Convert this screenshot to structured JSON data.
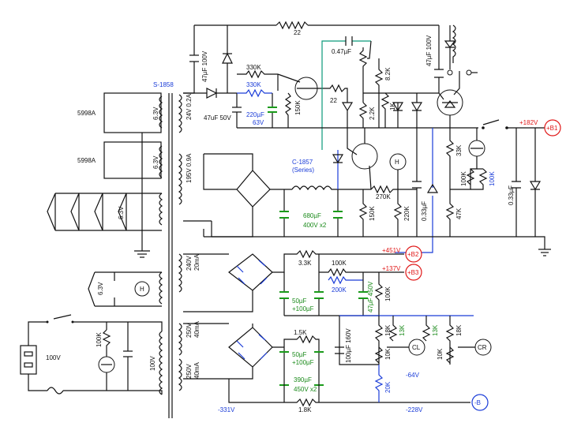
{
  "labels": {
    "s1858": "S-1858",
    "tube_a": "5998A",
    "tube_b": "5998A",
    "h63_1": "6.3V",
    "h63_2": "6.3V",
    "h63_3": "6.3V",
    "h63_4": "6.3V",
    "sec_24v": "24V 0.2A",
    "sec_195v": "195V 0.9A",
    "sec_240v": "240V",
    "sec_20ma": "20mA",
    "sec_250v_1": "250V",
    "sec_40ma_1": "40mA",
    "sec_250v_2": "250V",
    "sec_40ma_2": "40mA",
    "primary_100v": "100V",
    "mains_100v": "100V",
    "r_22_top": "22",
    "c_47u_100v": "47µF 100V",
    "c_47u_50v": "47uF 50V",
    "r_330k_a": "330K",
    "r_330k_b": "330K",
    "c_220u": "220µF",
    "c_220u_v": "63V",
    "r_150k_a": "150K",
    "r_22_mid": "22",
    "c_047u": "0.47µF",
    "r_82k": "8.2K",
    "r_22k": "2.2K",
    "r_1k": "1K",
    "c_47u_100v_r": "47µF 100V",
    "c1857": "C-1857",
    "c1857_series": "(Series)",
    "r_270k": "270K",
    "c_680u": "680µF",
    "c_680u_v": "400V x2",
    "r_150k_b": "150K",
    "r_220k": "220K",
    "c_033u_a": "0.33µF",
    "r_33k": "33K",
    "r_100k_a": "100K",
    "r_100k_b": "100K",
    "r_47k": "47K",
    "c_033u_b": "0.33µF",
    "v_182": "+182V",
    "b1": "+B1",
    "r_33k_b2": "3.3K",
    "v_451": "+451V",
    "b2": "+B2",
    "r_100k_c": "100K",
    "r_200k": "200K",
    "v_137": "+137V",
    "b3": "+B3",
    "c_50u_a": "50µF",
    "c_100u_a": "+100µF",
    "c_47u_450v": "47µF 450V",
    "r_100k_d": "100K",
    "heater_h": "H",
    "heater_h2": "H",
    "r_100k_prim": "100K",
    "r_15k": "1.5K",
    "c_50u_b": "50µF",
    "c_100u_b": "+100µF",
    "c_100u_160v": "100µF 160V",
    "r_18k_a": "18K",
    "r_13k_a": "13K",
    "r_10k_a": "10K",
    "cl": "CL",
    "r_13k_b": "13K",
    "r_18k_b": "18K",
    "r_10k_b": "10K",
    "cr": "CR",
    "v_64": "-64V",
    "r_20k": "20K",
    "c_390u": "390µF",
    "c_390u_v": "450V x2",
    "v_331": "-331V",
    "r_18k_bottom": "1.8K",
    "v_228": "-228V",
    "mb": "-B"
  }
}
